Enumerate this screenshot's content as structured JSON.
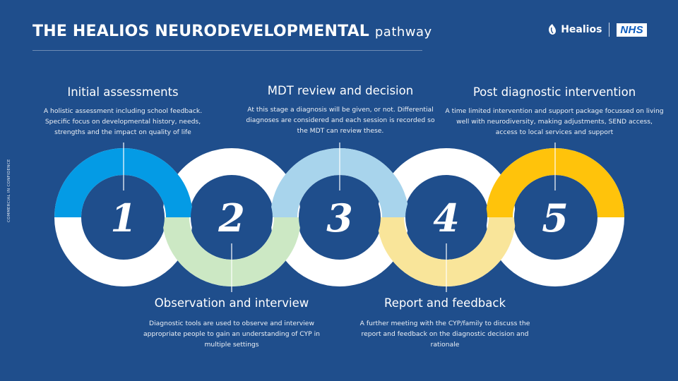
{
  "header": {
    "title_main": "THE HEALIOS NEURODEVELOPMENTAL",
    "title_sub": "pathway"
  },
  "logos": {
    "healios_text": "Healios",
    "nhs_text": "NHS"
  },
  "side_label": "COMMERCIAL IN CONFIDENCE",
  "steps": [
    {
      "number": "1",
      "title": "Initial assessments",
      "description": "A holistic assessment including school feedback. Specific focus on developmental history, needs, strengths and the impact on quality of life",
      "color": "#049be5"
    },
    {
      "number": "2",
      "title": "Observation and interview",
      "description": "Diagnostic tools are used to observe and interview appropriate people to gain an understanding of CYP in multiple settings",
      "color": "#cce8c4"
    },
    {
      "number": "3",
      "title": "MDT review and decision",
      "description": "At this stage a diagnosis will be given, or not. Differential diagnoses are considered and each session is recorded so the MDT can review these.",
      "color": "#a8d4ec"
    },
    {
      "number": "4",
      "title": "Report and feedback",
      "description": "A further meeting with the CYP/family to discuss the report and feedback on the diagnostic decision and rationale",
      "color": "#f9e59a"
    },
    {
      "number": "5",
      "title": "Post diagnostic intervention",
      "description": "A time limited intervention and support package focussed on living well with neurodiversity, making adjustments, SEND access, access to local services and support",
      "color": "#ffc30b"
    }
  ]
}
